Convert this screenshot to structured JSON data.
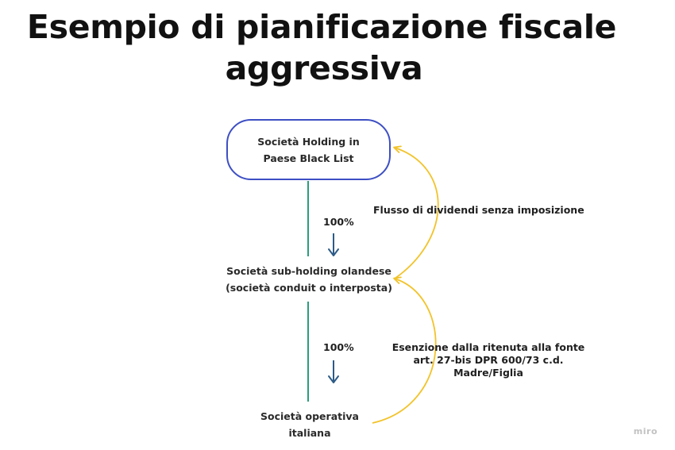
{
  "title": {
    "line1": "Esempio di pianificazione fiscale",
    "line2": "aggressiva"
  },
  "nodes": {
    "holding": {
      "line1": "Società Holding in",
      "line2": "Paese Black List"
    },
    "subholding": {
      "line1": "Società sub-holding olandese",
      "line2": "(società conduit o interposta)"
    },
    "operativa": {
      "line1": "Società operativa",
      "line2": "italiana"
    }
  },
  "ownership": {
    "upper": "100%",
    "lower": "100%"
  },
  "annotations": {
    "dividend_flow": "Flusso di dividendi senza imposizione",
    "exemption": {
      "line1": "Esenzione dalla ritenuta alla fonte",
      "line2": "art. 27-bis DPR 600/73 c.d.",
      "line3": "Madre/Figlia"
    }
  },
  "watermark": "miro",
  "colors": {
    "holding_border": "#3d4fc4",
    "ownership_line": "#2a9d7a",
    "down_arrow": "#2d5b87",
    "flow_arrow": "#f2c32a"
  }
}
